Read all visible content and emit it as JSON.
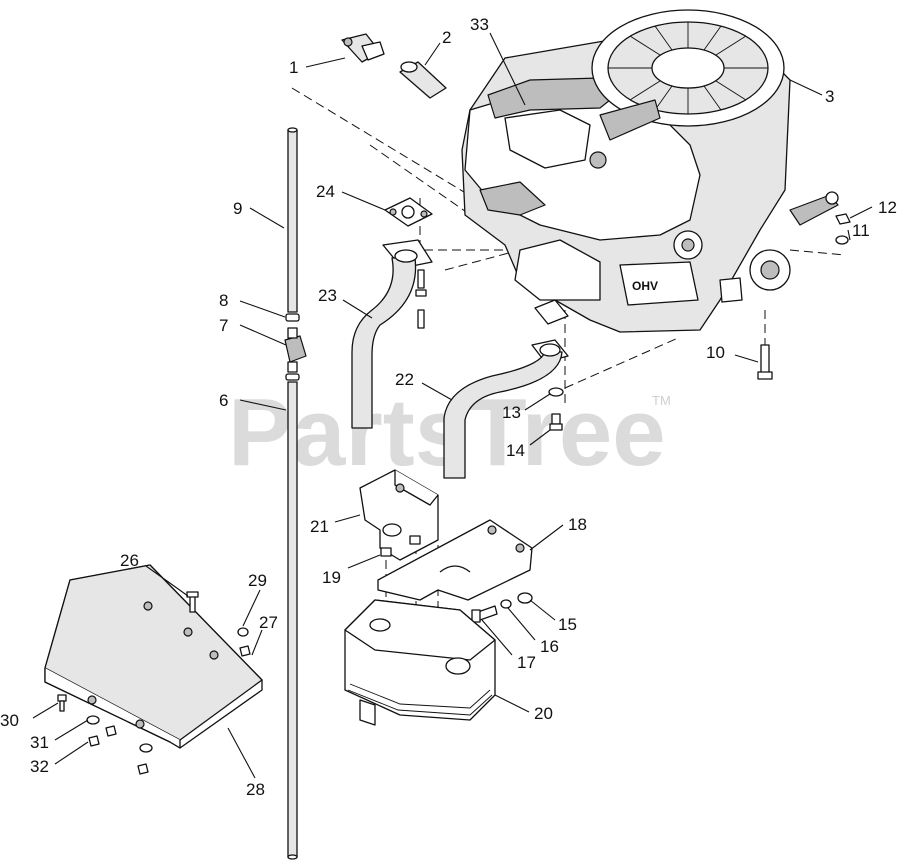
{
  "watermark": {
    "text": "PartsTree",
    "tm": "TM"
  },
  "engine_label": "OHV",
  "callouts": {
    "c1": "1",
    "c2": "2",
    "c3": "3",
    "c6": "6",
    "c7": "7",
    "c8": "8",
    "c9": "9",
    "c10": "10",
    "c11": "11",
    "c12": "12",
    "c13": "13",
    "c14": "14",
    "c15": "15",
    "c16": "16",
    "c17": "17",
    "c18": "18",
    "c19": "19",
    "c20": "20",
    "c21": "21",
    "c22": "22",
    "c23": "23",
    "c24": "24",
    "c26": "26",
    "c27": "27",
    "c28": "28",
    "c29": "29",
    "c30": "30",
    "c31": "31",
    "c32": "32",
    "c33": "33"
  }
}
